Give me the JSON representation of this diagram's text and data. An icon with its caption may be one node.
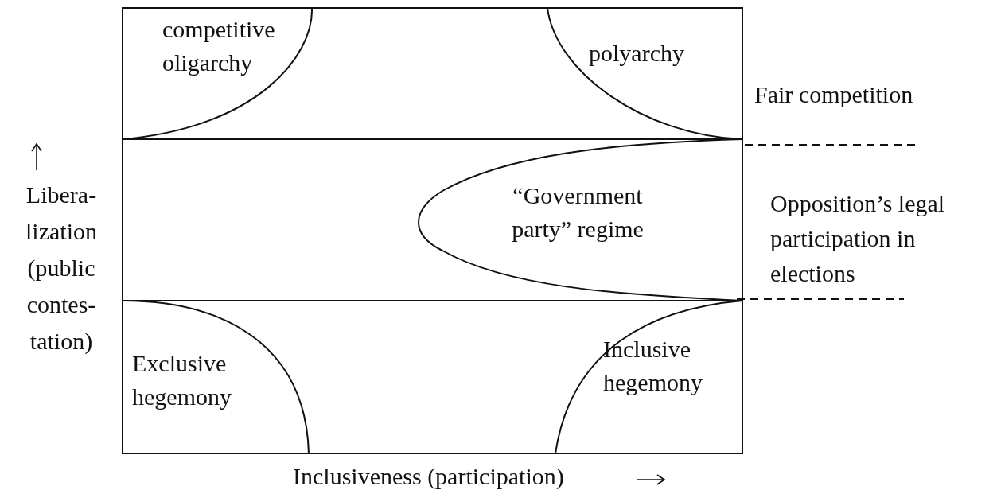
{
  "diagram": {
    "nodes": [
      {
        "text": [
          "competitive oligarchy"
        ]
      },
      {
        "text": [
          "polyarchy"
        ]
      },
      {
        "text": [
          "“Government party” regime"
        ]
      },
      {
        "text": [
          "Exclusive hegemony"
        ]
      },
      {
        "text": [
          "Inclusive hegemony"
        ]
      }
    ],
    "edges": [],
    "labels": [
      "Fair competition",
      "Opposition’s legal participation in elections",
      "Libera- lization (public contes- tation)",
      "Inclusiveness (participation)"
    ]
  }
}
